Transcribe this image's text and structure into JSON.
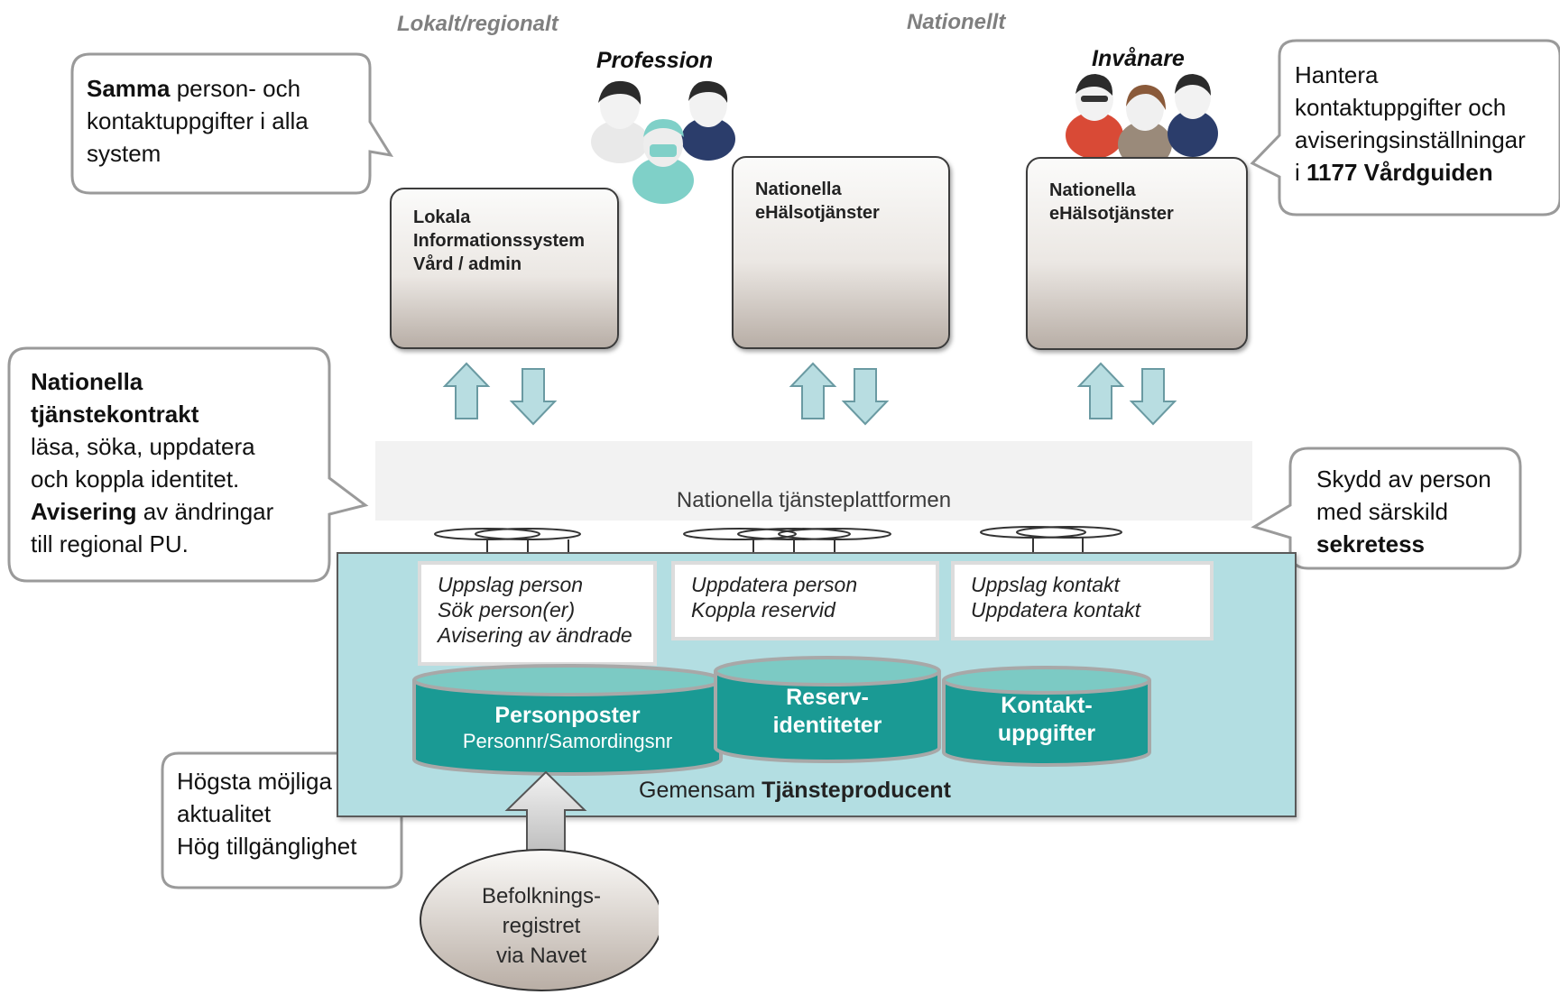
{
  "headers": {
    "left": "Lokalt/regionalt",
    "right": "Nationellt"
  },
  "roles": {
    "profession": "Profession",
    "invanare": "Invånare"
  },
  "callouts": {
    "samma": {
      "bold": "Samma",
      "line1_rest": " person- och",
      "line2": "kontaktuppgifter i alla",
      "line3": "system"
    },
    "hantera": {
      "line1": "Hantera",
      "line2": "kontaktuppgifter och",
      "line3": "aviseringsinställningar",
      "line4_prefix": "i ",
      "line4_bold": "1177 Vårdguiden"
    },
    "kontrakt": {
      "line1_bold": "Nationella",
      "line2_bold": "tjänstekontrakt",
      "line3": "läsa, söka, uppdatera",
      "line4": "och koppla identitet.",
      "line5_bold": "Avisering",
      "line5_rest": " av ändringar",
      "line6": "till regional PU."
    },
    "skydd": {
      "line1": "Skydd av person",
      "line2": "med särskild",
      "line3_bold": "sekretess"
    },
    "hogsta": {
      "line1": "Högsta möjliga",
      "line2": "aktualitet",
      "line3": "Hög tillgänglighet"
    }
  },
  "systems": [
    {
      "line1": "Lokala",
      "line2": "Informationssystem",
      "line3": "Vård / admin"
    },
    {
      "line1": "Nationella",
      "line2": "eHälsotjänster"
    },
    {
      "line1": "Nationella",
      "line2": "eHälsotjänster"
    }
  ],
  "platform": {
    "label": "Nationella tjänsteplattformen"
  },
  "services": [
    {
      "line1": "Uppslag person",
      "line2": "Sök person(er)",
      "line3": "Avisering av ändrade"
    },
    {
      "line1": "Uppdatera person",
      "line2": "Koppla reservid"
    },
    {
      "line1": "Uppslag kontakt",
      "line2": "Uppdatera kontakt"
    }
  ],
  "databases": {
    "personposter": {
      "title": "Personposter",
      "sub": "Personnr/Samordingsnr"
    },
    "reserv": {
      "line1": "Reserv-",
      "line2": "identiteter"
    },
    "kontakt": {
      "line1": "Kontakt-",
      "line2": "uppgifter"
    }
  },
  "producer": {
    "prefix": "Gemensam ",
    "bold": "Tjänsteproducent"
  },
  "population": {
    "line1": "Befolknings-",
    "line2": "registret",
    "line3": "via Navet"
  },
  "colors": {
    "teal_db": "#1a9a94",
    "teal_bg": "#b3dee2",
    "arrow_fill": "#b8dde1",
    "orange_icon": "#e07a2c"
  }
}
